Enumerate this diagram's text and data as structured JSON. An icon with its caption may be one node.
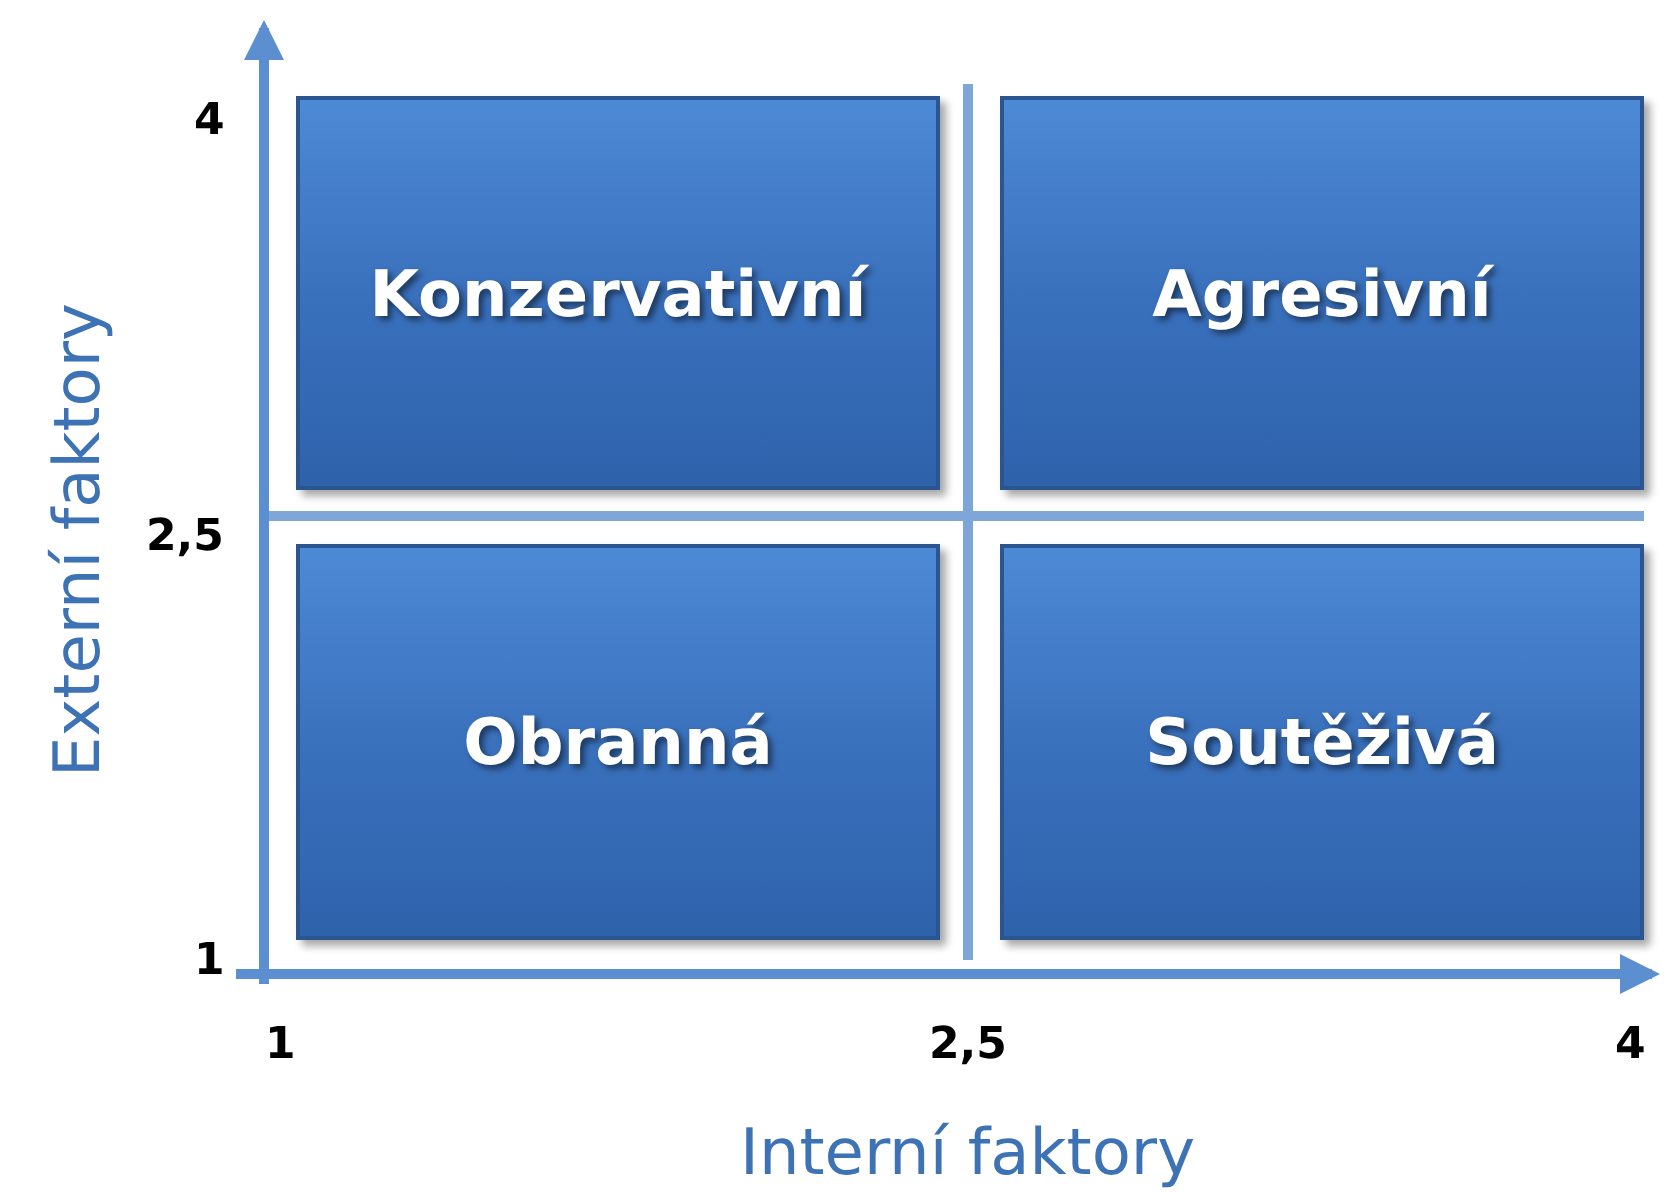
{
  "diagram": {
    "nodes": [
      {
        "text": [
          "Konzervativní"
        ]
      },
      {
        "text": [
          "Agresivní"
        ]
      },
      {
        "text": [
          "Obranná"
        ]
      },
      {
        "text": [
          "Soutěživá"
        ]
      }
    ],
    "edges": [],
    "labels": [
      "4",
      "2,5",
      "1",
      "1",
      "2,5",
      "4",
      "Interní faktory",
      "Externí faktory"
    ]
  }
}
